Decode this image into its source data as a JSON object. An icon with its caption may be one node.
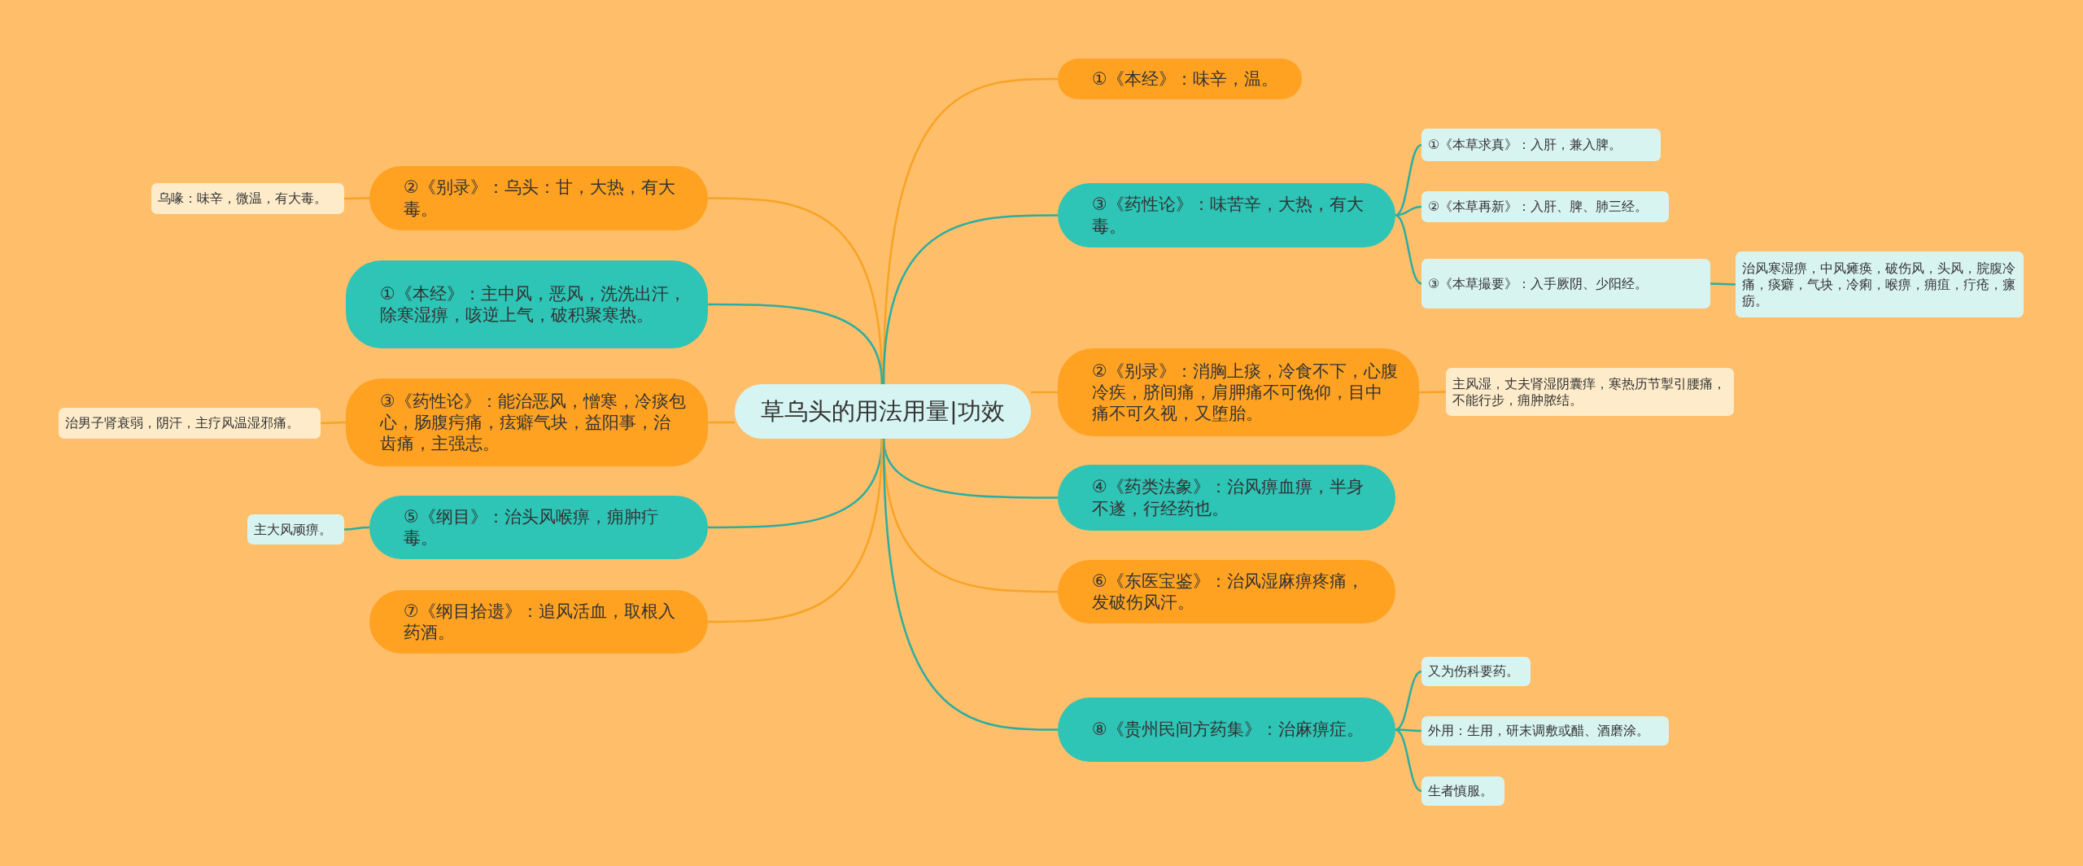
{
  "diagram": {
    "nodes": [
      {
        "text": [
          "草乌头的用法用量|功效"
        ]
      },
      {
        "text": [
          "①《本经》：味辛，温。"
        ]
      },
      {
        "text": [
          "③《药性论》：味苦辛，大热，有大毒。"
        ]
      },
      {
        "text": [
          "①《本草求真》：入肝，兼入脾。"
        ]
      },
      {
        "text": [
          "②《本草再新》：入肝、脾、肺三经。"
        ]
      },
      {
        "text": [
          "③《本草撮要》：入手厥阴、少阳经。"
        ]
      },
      {
        "text": [
          "治风寒湿痹，中风瘫痪，破伤风，头风，脘腹冷痛，痰癖，气块，冷痢，喉痹，痈疽，疔疮，瘰疬。"
        ]
      },
      {
        "text": [
          "②《别录》：消胸上痰，冷食不下，心腹冷疾，脐间痛，肩胛痛不可俛仰，目中痛不可久视，又堕胎。"
        ]
      },
      {
        "text": [
          "主风湿，丈夫肾湿阴囊痒，寒热历节掣引腰痛，不能行步，痈肿脓结。"
        ]
      },
      {
        "text": [
          "④《药类法象》：治风痹血痹，半身不遂，行经药也。"
        ]
      },
      {
        "text": [
          "⑥《东医宝鉴》：治风湿麻痹疼痛，发破伤风汗。"
        ]
      },
      {
        "text": [
          "⑧《贵州民间方药集》：治麻痹症。"
        ]
      },
      {
        "text": [
          "又为伤科要药。"
        ]
      },
      {
        "text": [
          "外用：生用，研末调敷或醋、酒磨涂。"
        ]
      },
      {
        "text": [
          "生者慎服。"
        ]
      },
      {
        "text": [
          "②《别录》：乌头：甘，大热，有大毒。"
        ]
      },
      {
        "text": [
          "乌喙：味辛，微温，有大毒。"
        ]
      },
      {
        "text": [
          "①《本经》：主中风，恶风，洗洗出汗，除寒湿痹，咳逆上气，破积聚寒热。"
        ]
      },
      {
        "text": [
          "③《药性论》：能治恶风，憎寒，冷痰包心，肠腹疞痛，痃癖气块，益阳事，治齿痛，主强志。"
        ]
      },
      {
        "text": [
          "治男子肾衰弱，阴汗，主疗风温湿邪痛。"
        ]
      },
      {
        "text": [
          "⑤《纲目》：治头风喉痹，痈肿疔毒。"
        ]
      },
      {
        "text": [
          "主大风顽痹。"
        ]
      },
      {
        "text": [
          "⑦《纲目拾遗》：追风活血，取根入药酒。"
        ]
      }
    ],
    "edges": [
      {
        "from": 0,
        "to": 1,
        "arrow": "none",
        "color": "#f7a325"
      },
      {
        "from": 0,
        "to": 2,
        "arrow": "none"
      },
      {
        "from": 2,
        "to": 3,
        "arrow": "none"
      },
      {
        "from": 2,
        "to": 4,
        "arrow": "none"
      },
      {
        "from": 2,
        "to": 5,
        "arrow": "none"
      },
      {
        "from": 5,
        "to": 6,
        "arrow": "none"
      },
      {
        "from": 0,
        "to": 7,
        "arrow": "none",
        "color": "#f7a325"
      },
      {
        "from": 7,
        "to": 8,
        "arrow": "none",
        "color": "#f7a325"
      },
      {
        "from": 0,
        "to": 9,
        "arrow": "none"
      },
      {
        "from": 0,
        "to": 10,
        "arrow": "none",
        "color": "#f7a325"
      },
      {
        "from": 0,
        "to": 11,
        "arrow": "none"
      },
      {
        "from": 11,
        "to": 12,
        "arrow": "none"
      },
      {
        "from": 11,
        "to": 13,
        "arrow": "none"
      },
      {
        "from": 11,
        "to": 14,
        "arrow": "none"
      },
      {
        "from": 0,
        "to": 15,
        "arrow": "none",
        "color": "#f7a325"
      },
      {
        "from": 15,
        "to": 16,
        "arrow": "none",
        "color": "#f7a325"
      },
      {
        "from": 0,
        "to": 17,
        "arrow": "none"
      },
      {
        "from": 0,
        "to": 18,
        "arrow": "none",
        "color": "#f7a325"
      },
      {
        "from": 18,
        "to": 19,
        "arrow": "none",
        "color": "#f7a325"
      },
      {
        "from": 0,
        "to": 20,
        "arrow": "none"
      },
      {
        "from": 20,
        "to": 21,
        "arrow": "none"
      },
      {
        "from": 0,
        "to": 22,
        "arrow": "none",
        "color": "#f7a325"
      }
    ]
  }
}
